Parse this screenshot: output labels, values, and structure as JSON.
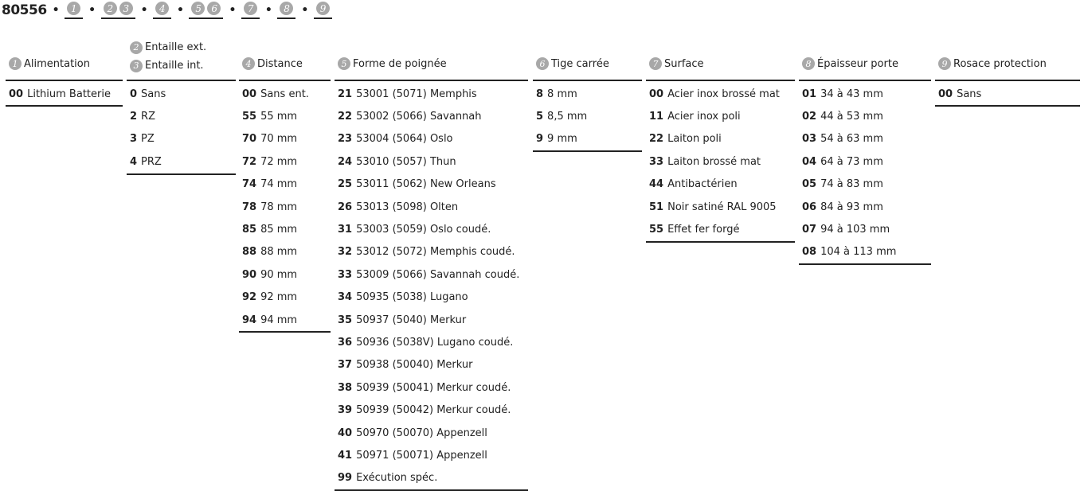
{
  "code": {
    "number": "80556",
    "separator": "•",
    "slots": [
      [
        "1"
      ],
      [
        "2",
        "3"
      ],
      [
        "4"
      ],
      [
        "5",
        "6"
      ],
      [
        "7"
      ],
      [
        "8"
      ],
      [
        "9"
      ]
    ]
  },
  "columns": [
    {
      "headers": [
        {
          "num": "1",
          "label": "Alimentation"
        }
      ],
      "rows": [
        {
          "code": "00",
          "label": "Lithium Batterie"
        }
      ]
    },
    {
      "headers": [
        {
          "num": "2",
          "label": "Entaille ext."
        },
        {
          "num": "3",
          "label": "Entaille int."
        }
      ],
      "rows": [
        {
          "code": "0",
          "label": "Sans"
        },
        {
          "code": "2",
          "label": "RZ"
        },
        {
          "code": "3",
          "label": "PZ"
        },
        {
          "code": "4",
          "label": "PRZ"
        }
      ]
    },
    {
      "headers": [
        {
          "num": "4",
          "label": "Distance"
        }
      ],
      "rows": [
        {
          "code": "00",
          "label": "Sans ent."
        },
        {
          "code": "55",
          "label": "55 mm"
        },
        {
          "code": "70",
          "label": "70 mm"
        },
        {
          "code": "72",
          "label": "72 mm"
        },
        {
          "code": "74",
          "label": "74 mm"
        },
        {
          "code": "78",
          "label": "78 mm"
        },
        {
          "code": "85",
          "label": "85 mm"
        },
        {
          "code": "88",
          "label": "88 mm"
        },
        {
          "code": "90",
          "label": "90 mm"
        },
        {
          "code": "92",
          "label": "92 mm"
        },
        {
          "code": "94",
          "label": "94 mm"
        }
      ]
    },
    {
      "headers": [
        {
          "num": "5",
          "label": "Forme de poignée"
        }
      ],
      "rows": [
        {
          "code": "21",
          "label": "53001 (5071) Memphis"
        },
        {
          "code": "22",
          "label": "53002 (5066) Savannah"
        },
        {
          "code": "23",
          "label": "53004 (5064) Oslo"
        },
        {
          "code": "24",
          "label": "53010 (5057) Thun"
        },
        {
          "code": "25",
          "label": "53011 (5062) New Orleans"
        },
        {
          "code": "26",
          "label": "53013 (5098) Olten"
        },
        {
          "code": "31",
          "label": "53003 (5059) Oslo coudé."
        },
        {
          "code": "32",
          "label": "53012 (5072) Memphis coudé."
        },
        {
          "code": "33",
          "label": "53009 (5066) Savannah coudé."
        },
        {
          "code": "34",
          "label": "50935 (5038) Lugano"
        },
        {
          "code": "35",
          "label": "50937 (5040) Merkur"
        },
        {
          "code": "36",
          "label": "50936 (5038V) Lugano coudé."
        },
        {
          "code": "37",
          "label": "50938 (50040) Merkur"
        },
        {
          "code": "38",
          "label": "50939 (50041) Merkur coudé."
        },
        {
          "code": "39",
          "label": "50939 (50042) Merkur coudé."
        },
        {
          "code": "40",
          "label": "50970 (50070) Appenzell"
        },
        {
          "code": "41",
          "label": "50971 (50071) Appenzell"
        },
        {
          "code": "99",
          "label": "Exécution spéc."
        }
      ]
    },
    {
      "headers": [
        {
          "num": "6",
          "label": "Tige carrée"
        }
      ],
      "rows": [
        {
          "code": "8",
          "label": "8 mm"
        },
        {
          "code": "5",
          "label": "8,5 mm"
        },
        {
          "code": "9",
          "label": "9 mm"
        }
      ]
    },
    {
      "headers": [
        {
          "num": "7",
          "label": "Surface"
        }
      ],
      "rows": [
        {
          "code": "00",
          "label": "Acier inox brossé mat"
        },
        {
          "code": "11",
          "label": "Acier inox poli"
        },
        {
          "code": "22",
          "label": "Laiton poli"
        },
        {
          "code": "33",
          "label": "Laiton brossé mat"
        },
        {
          "code": "44",
          "label": "Antibactérien"
        },
        {
          "code": "51",
          "label": "Noir satiné RAL 9005"
        },
        {
          "code": "55",
          "label": "Effet fer forgé"
        }
      ]
    },
    {
      "headers": [
        {
          "num": "8",
          "label": "Épaisseur porte"
        }
      ],
      "rows": [
        {
          "code": "01",
          "label": "34 à 43 mm"
        },
        {
          "code": "02",
          "label": "44 à 53 mm"
        },
        {
          "code": "03",
          "label": "54 à 63 mm"
        },
        {
          "code": "04",
          "label": "64 à 73 mm"
        },
        {
          "code": "05",
          "label": "74 à 83 mm"
        },
        {
          "code": "06",
          "label": "84 à 93 mm"
        },
        {
          "code": "07",
          "label": "94 à 103 mm"
        },
        {
          "code": "08",
          "label": "104 à 113 mm"
        }
      ]
    },
    {
      "headers": [
        {
          "num": "9",
          "label": "Rosace protection"
        }
      ],
      "rows": [
        {
          "code": "00",
          "label": "Sans"
        }
      ]
    }
  ]
}
